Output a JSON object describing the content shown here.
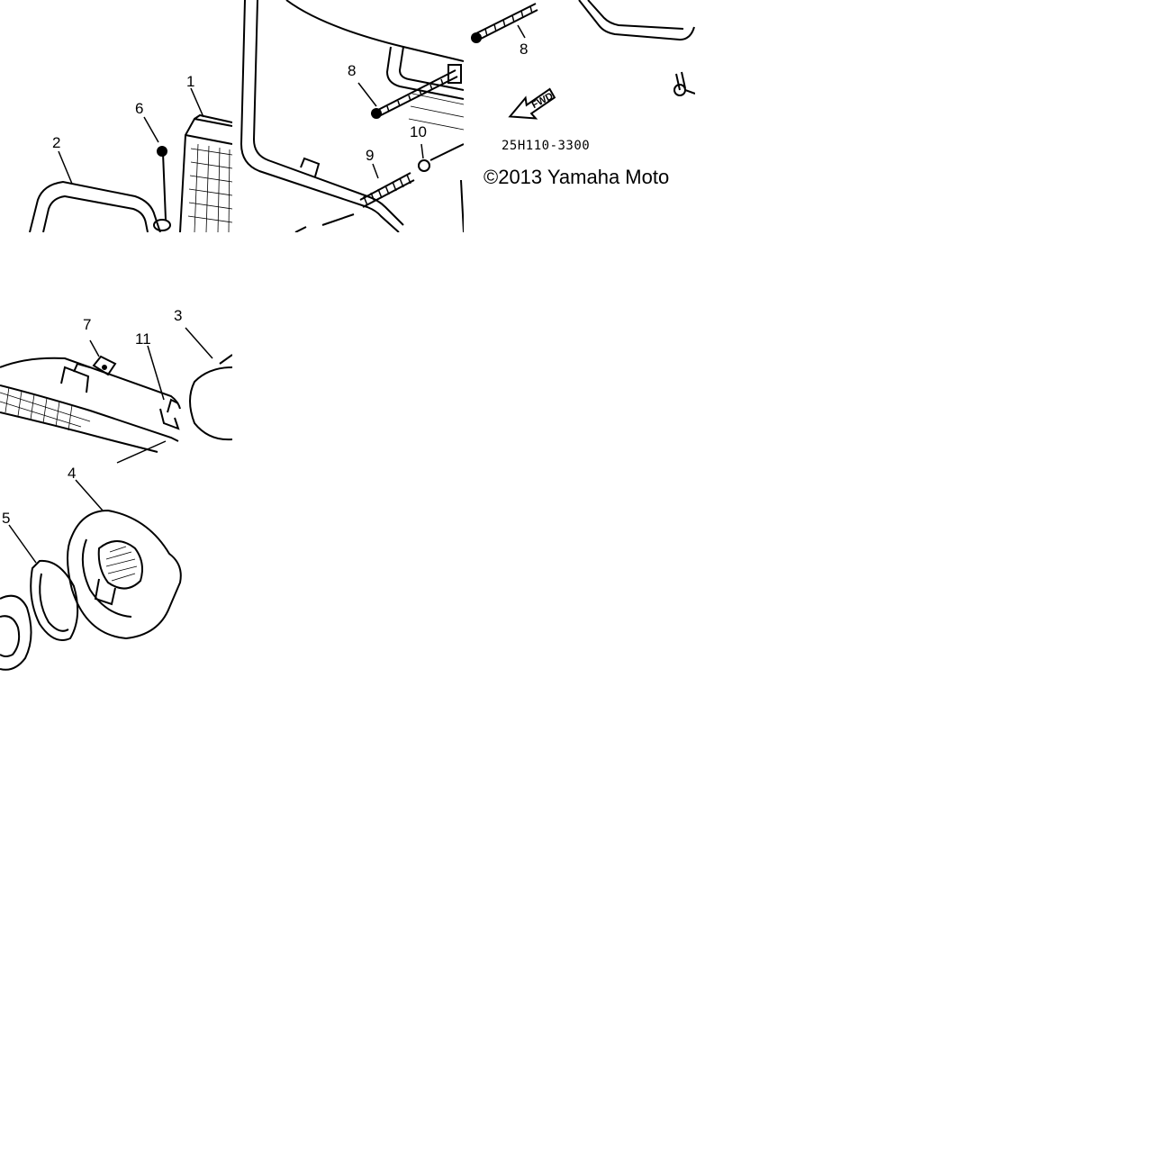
{
  "callouts": {
    "c1": "1",
    "c2": "2",
    "c3": "3",
    "c4": "4",
    "c5": "5",
    "c6": "6",
    "c7": "7",
    "c8a": "8",
    "c8b": "8",
    "c9": "9",
    "c10": "10",
    "c11": "11"
  },
  "fwd_label": "FWD",
  "part_code": "25H110-3300",
  "copyright": "©2013 Yamaha Moto",
  "icons": [
    "fwd-arrow-icon"
  ],
  "colors": {
    "ink": "#000000",
    "background": "#ffffff"
  }
}
